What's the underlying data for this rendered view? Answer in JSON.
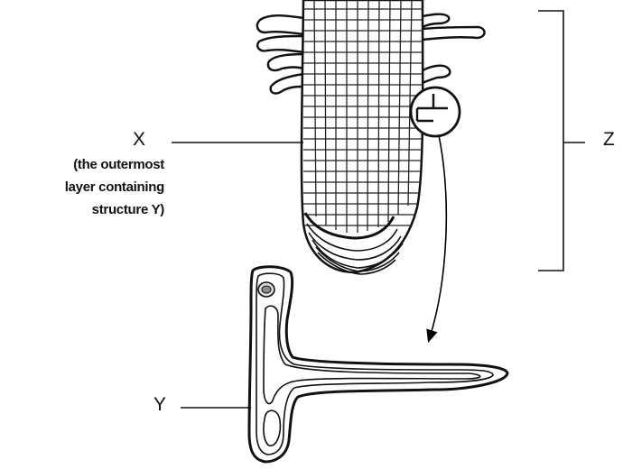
{
  "labels": {
    "x": "X",
    "x_note": [
      "(the outermost",
      "layer containing",
      "structure Y)"
    ],
    "y": "Y",
    "z": "Z"
  }
}
